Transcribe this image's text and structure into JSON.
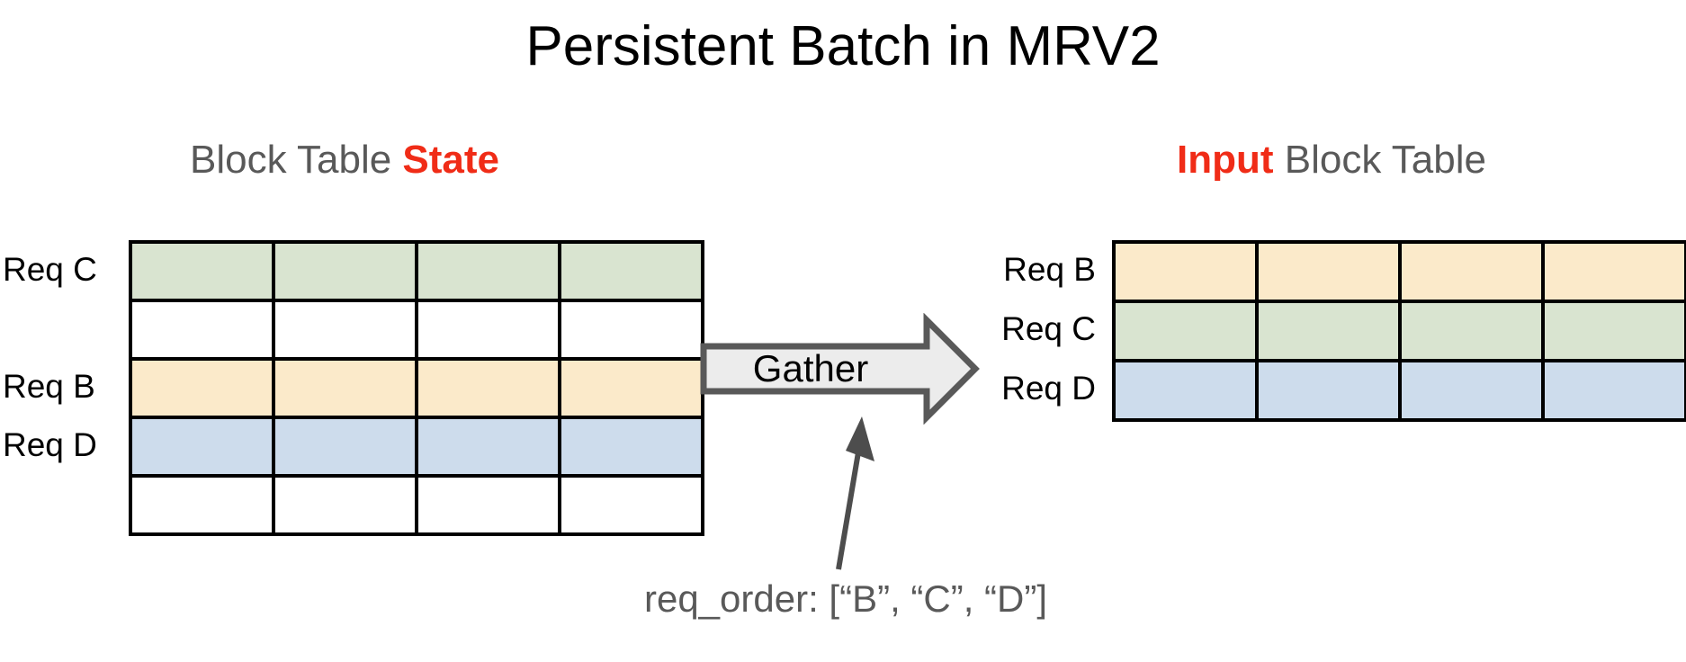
{
  "slide": {
    "title": "Persistent Batch in MRV2",
    "background_color": "#FFFFFF"
  },
  "palette": {
    "accent_red": "#F02C17",
    "heading_gray": "#595959",
    "label_black": "#000000",
    "cell_green": "#D9E4D0",
    "cell_yellow": "#FBEACA",
    "cell_blue": "#CDDCEC",
    "cell_empty": "#FFFFFF",
    "cell_border": "#000000",
    "arrow_fill": "#ECECEC",
    "arrow_stroke": "#595959",
    "pointer_arrow": "#4D4D4D"
  },
  "left_panel": {
    "heading": {
      "prefix": "Block Table ",
      "accent": "State",
      "suffix": ""
    },
    "table": {
      "columns": 4,
      "rows": [
        {
          "label": "Req C",
          "color": "#D9E4D0",
          "filled": true
        },
        {
          "label": "",
          "color": "#FFFFFF",
          "filled": false
        },
        {
          "label": "Req B",
          "color": "#FBEACA",
          "filled": true
        },
        {
          "label": "Req D",
          "color": "#CDDCEC",
          "filled": true
        },
        {
          "label": "",
          "color": "#FFFFFF",
          "filled": false
        }
      ]
    }
  },
  "operation": {
    "label": "Gather",
    "direction": "right"
  },
  "right_panel": {
    "heading": {
      "prefix": "",
      "accent": "Input",
      "suffix": " Block Table"
    },
    "table": {
      "columns": 4,
      "rows": [
        {
          "label": "Req B",
          "color": "#FBEACA",
          "filled": true
        },
        {
          "label": "Req C",
          "color": "#D9E4D0",
          "filled": true
        },
        {
          "label": "Req D",
          "color": "#CDDCEC",
          "filled": true
        }
      ]
    }
  },
  "caption": {
    "text": "req_order: [“B”, “C”, “D”]",
    "variable": "req_order",
    "values": [
      "B",
      "C",
      "D"
    ]
  }
}
